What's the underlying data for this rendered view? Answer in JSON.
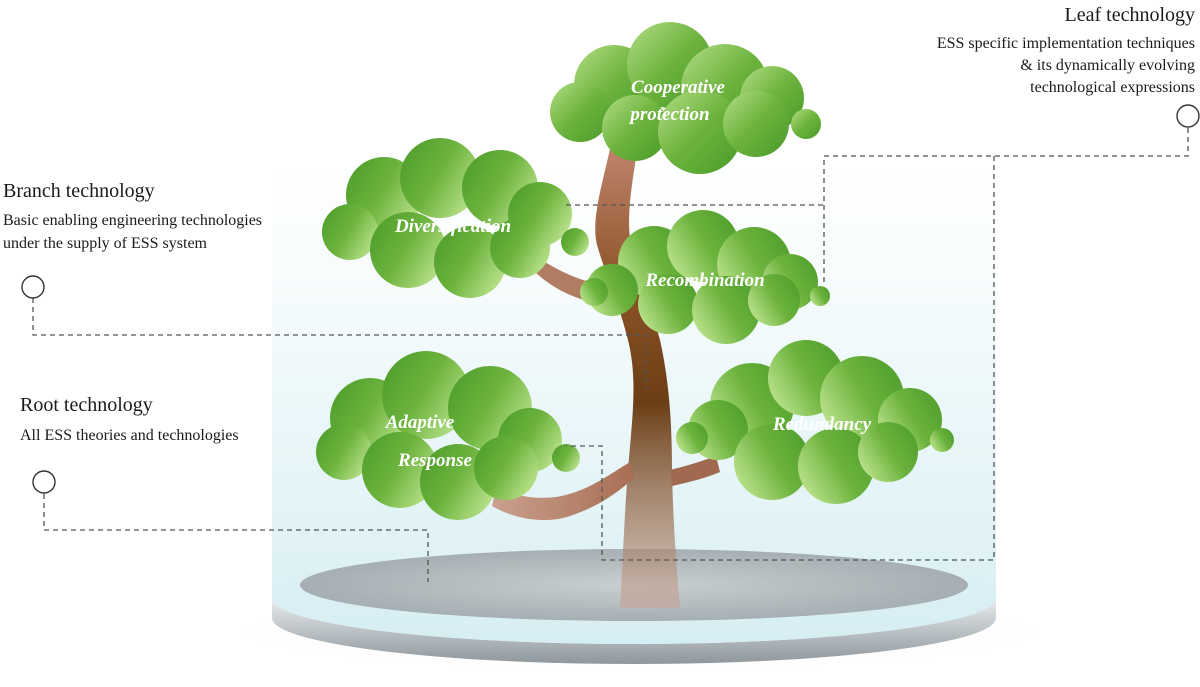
{
  "colors": {
    "leaf_dark": "#4a9a2a",
    "leaf_light": "#b4de85",
    "trunk_dark": "#6b3e16",
    "trunk_light": "#c98d78",
    "base_plate": "#aab3b8",
    "cylinder_tint": "#dff2f6"
  },
  "nodes": {
    "cooperative": {
      "line1": "Cooperative",
      "line2": "protection"
    },
    "diversification": {
      "label": "Diversification"
    },
    "recombination": {
      "label": "Recombination"
    },
    "adaptive": {
      "line1": "Adaptive",
      "line2": "Response"
    },
    "redundancy": {
      "label": "Redundancy"
    }
  },
  "annotations": {
    "leaf": {
      "title": "Leaf technology",
      "desc1": "ESS specific implementation techniques",
      "desc2": "& its dynamically evolving",
      "desc3": "technological expressions"
    },
    "branch": {
      "title": "Branch technology",
      "desc1": "Basic enabling engineering technologies",
      "desc2": "under the supply of ESS system"
    },
    "root": {
      "title": "Root technology",
      "desc1": "All ESS theories and technologies"
    }
  }
}
